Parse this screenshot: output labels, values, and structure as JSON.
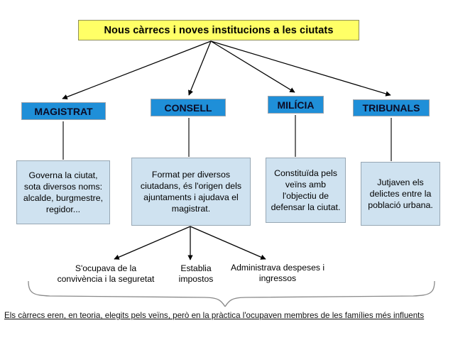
{
  "diagram": {
    "title": {
      "text": "Nous càrrecs i noves institucions a les ciutats",
      "fill_color": "#ffff66",
      "border_color": "#8f8f5a"
    },
    "institutions": [
      {
        "id": "magistrat",
        "label": "MAGISTRAT"
      },
      {
        "id": "consell",
        "label": "CONSELL"
      },
      {
        "id": "milicia",
        "label": "MILÍCIA"
      },
      {
        "id": "tribunals",
        "label": "TRIBUNALS"
      }
    ],
    "institution_style": {
      "fill_color": "#1f8fd8",
      "text_color": "#0b0b25"
    },
    "descriptions": [
      {
        "id": "desc-magistrat",
        "text": "Governa la ciutat, sota diversos noms: alcalde, burgmestre, regidor..."
      },
      {
        "id": "desc-consell",
        "text": "Format per diversos ciutadans, és l'origen dels ajuntaments i ajudava el magistrat."
      },
      {
        "id": "desc-milicia",
        "text": "Constituïda pels veïns amb l'objectiu de defensar la ciutat."
      },
      {
        "id": "desc-tribunals",
        "text": "Jutjaven els delictes entre la població urbana."
      }
    ],
    "description_style": {
      "fill_color": "#cfe2f0",
      "border_color": "#97a7b4"
    },
    "consell_functions": [
      {
        "id": "func-convivencia",
        "text": "S'ocupava de la convivència i la seguretat"
      },
      {
        "id": "func-impostos",
        "text": "Establia impostos"
      },
      {
        "id": "func-despeses",
        "text": "Administrava despeses i ingressos"
      }
    ],
    "footer": {
      "text": "Els càrrecs eren, en teoria, elegits pels veïns, però en la pràctica l'ocupaven membres de les famílies més influents"
    }
  }
}
